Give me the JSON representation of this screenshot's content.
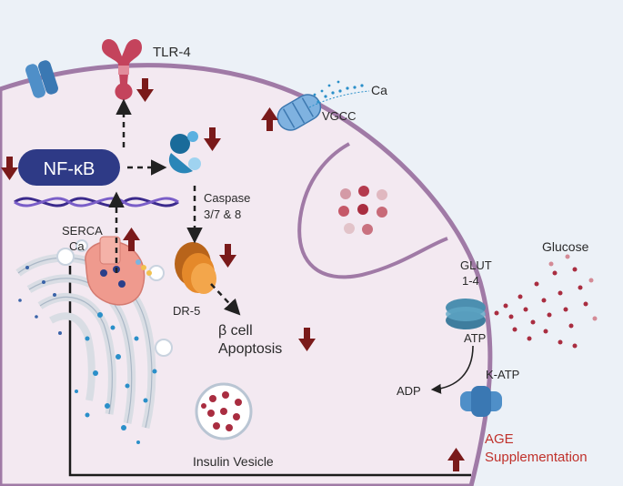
{
  "labels": {
    "tlr4": "TLR-4",
    "ca_top": "Ca",
    "vgcc": "VGCC",
    "nfkb": "NF-κB",
    "caspase_line1": "Caspase",
    "caspase_line2": "3/7 & 8",
    "serca_line1": "SERCA",
    "serca_line2": "Ca",
    "dr5": "DR-5",
    "beta_cell": "β cell",
    "apoptosis": "Apoptosis",
    "glucose": "Glucose",
    "glut_line1": "GLUT",
    "glut_line2": "1-4",
    "atp": "ATP",
    "adp": "ADP",
    "katp": "K-ATP",
    "insulin_vesicle": "Insulin Vesicle",
    "age_line1": "AGE",
    "age_line2": "Supplementation"
  },
  "colors": {
    "background": "#ecf1f7",
    "cell_fill": "#f3e9f1",
    "membrane": "#a07aa6",
    "arrow_red": "#7a1a1a",
    "nfkb_fill": "#2e3a86",
    "age_text": "#c0312b",
    "tlr4": "#c4435c",
    "channel_blue": "#4f8fc8",
    "dr5_orange": "#e5892a",
    "serca_salmon": "#ef9a8e"
  },
  "icons": {
    "up_arrow": "dark-red-up-arrow-icon",
    "down_arrow": "dark-red-down-arrow-icon"
  }
}
